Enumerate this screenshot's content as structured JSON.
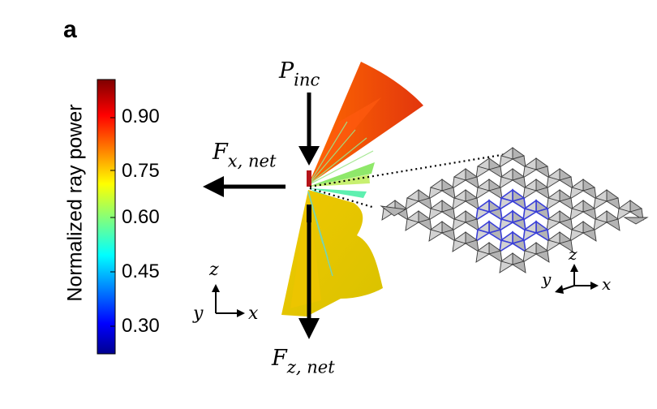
{
  "panel_label": "a",
  "colorbar": {
    "title": "Normalized ray power",
    "ticks": [
      "0.90",
      "0.75",
      "0.60",
      "0.45",
      "0.30"
    ]
  },
  "labels": {
    "p_inc_main": "P",
    "p_inc_sub": "inc",
    "fx_main": "F",
    "fx_sub": "x, net",
    "fz_main": "F",
    "fz_sub": "z, net"
  },
  "axes_left": {
    "z": "z",
    "y": "y",
    "x": "x"
  },
  "axes_right": {
    "z": "z",
    "y": "y",
    "x": "x"
  },
  "colors": {
    "upper_lobe": "#e8410f",
    "lower_lobe": "#e3c400",
    "green_rays": "#8fe86a",
    "cyan_rays": "#3ee8d0",
    "tile_face": "#b4b4b4",
    "tile_edge": "#3a3a3a",
    "highlight": "#3a3fd8"
  }
}
